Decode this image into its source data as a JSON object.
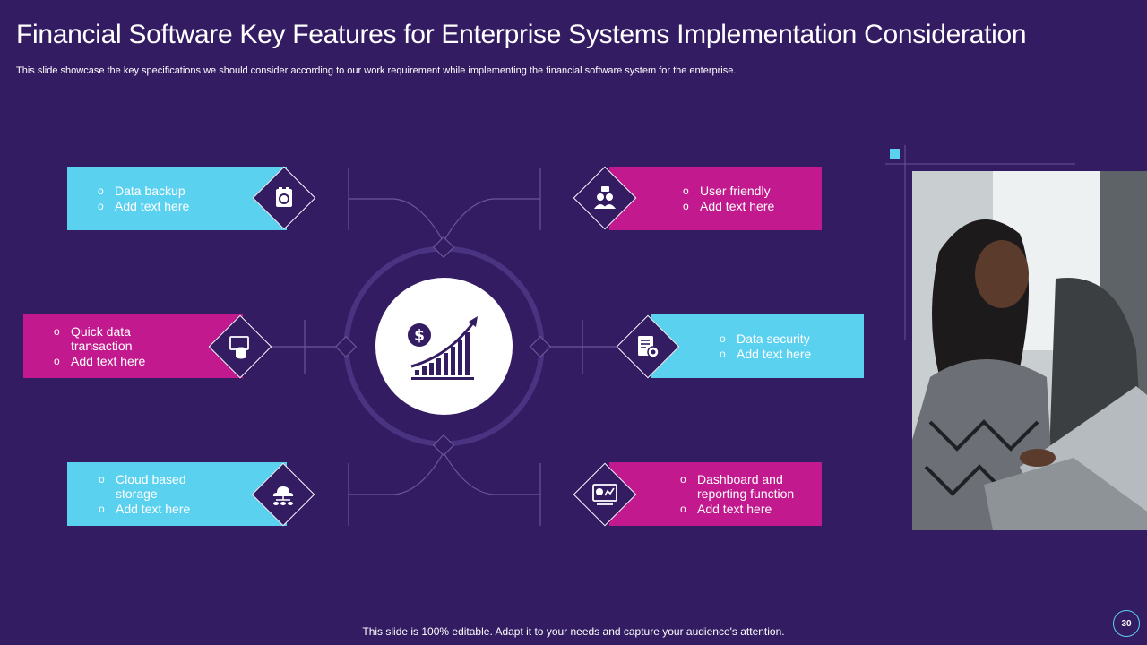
{
  "header": {
    "title": "Financial Software Key Features for Enterprise Systems Implementation Consideration",
    "subtitle": "This slide showcase the key specifications we should consider according to our work requirement while implementing the financial software system for the enterprise."
  },
  "features": {
    "top_left": {
      "lines": [
        "Data backup",
        "Add text here"
      ],
      "icon": "backup-icon"
    },
    "top_right": {
      "lines": [
        "User friendly",
        "Add text here"
      ],
      "icon": "users-chat-icon"
    },
    "mid_left": {
      "lines": [
        "Quick data transaction",
        "Add text here"
      ],
      "icon": "database-transaction-icon"
    },
    "mid_right": {
      "lines": [
        "Data security",
        "Add text here"
      ],
      "icon": "security-document-icon"
    },
    "bot_left": {
      "lines": [
        "Cloud based storage",
        "Add text here"
      ],
      "icon": "cloud-storage-icon"
    },
    "bot_right": {
      "lines": [
        "Dashboard and reporting function",
        "Add text here"
      ],
      "icon": "dashboard-icon"
    }
  },
  "center_icon": "financial-growth-icon",
  "photo": "woman-using-laptop-photo",
  "footer": {
    "note": "This slide is 100% editable. Adapt it to your needs and capture your audience's attention.",
    "page_number": "30"
  },
  "colors": {
    "background": "#341c63",
    "cyan": "#5bd1f0",
    "pink": "#c21a8e",
    "white": "#ffffff"
  }
}
